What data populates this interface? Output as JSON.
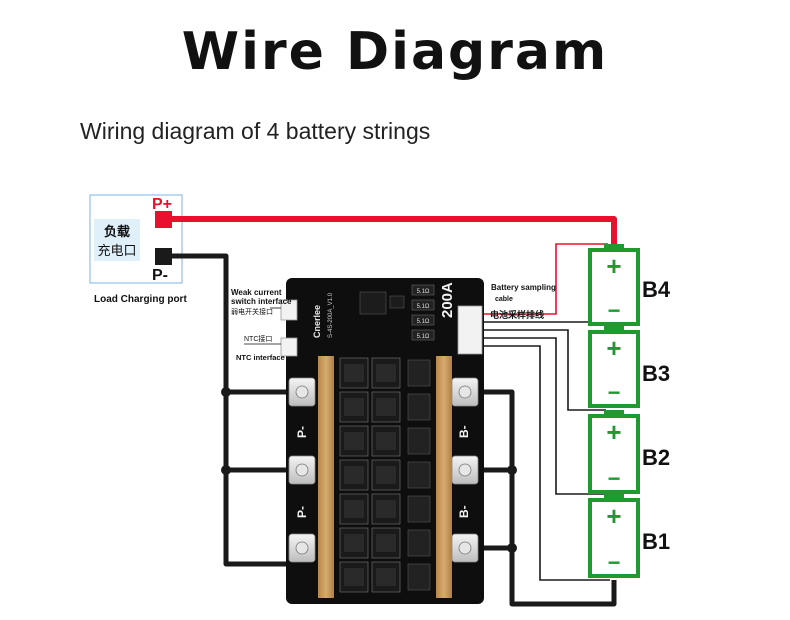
{
  "title": "Wire Diagram",
  "subtitle": "Wiring diagram of 4 battery strings",
  "load_port": {
    "label_line1": "负载",
    "label_line2": "充电口",
    "p_plus": "P+",
    "p_minus": "P-",
    "caption": "Load Charging port"
  },
  "board": {
    "rating": "200A",
    "brand": "Cnerlee",
    "model": "S-4S-200A_V1.0",
    "p_minus_label": "P-",
    "b_minus_label": "B-",
    "resistor_labels": [
      "5.1Ω",
      "5.1Ω",
      "5.1Ω",
      "5.1Ω"
    ]
  },
  "annotations": {
    "weak_current_1": "Weak current",
    "weak_current_2": "switch interface",
    "weak_current_cn": "弱电开关接口",
    "ntc_cn": "NTC接口",
    "ntc_en": "NTC interface",
    "sampling_1": "Battery sampling",
    "sampling_2": "cable",
    "sampling_cn": "电池采样排线"
  },
  "batteries": [
    {
      "label": "B4",
      "plus": "+",
      "minus": "−"
    },
    {
      "label": "B3",
      "plus": "+",
      "minus": "−"
    },
    {
      "label": "B2",
      "plus": "+",
      "minus": "−"
    },
    {
      "label": "B1",
      "plus": "+",
      "minus": "−"
    }
  ],
  "colors": {
    "wire_red": "#e8102c",
    "wire_black": "#1a1a1a",
    "battery_green": "#1f9a2e",
    "board_black": "#0e0e0e",
    "copper": "#c89a5c",
    "port_box_blue": "#7fb6e8"
  }
}
